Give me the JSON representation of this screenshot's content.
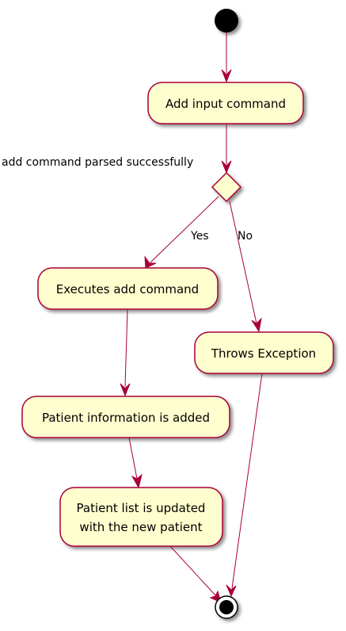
{
  "diagram": {
    "decision": {
      "label": "add command parsed successfully",
      "yes_label": "Yes",
      "no_label": "No"
    },
    "activities": {
      "add_input": "Add input command",
      "executes_add": "Executes add command",
      "throws_exception": "Throws Exception",
      "patient_added": "Patient information is added",
      "list_updated_line1": "Patient list is updated",
      "list_updated_line2": "with the new patient"
    },
    "colors": {
      "node_fill": "#FEFECE",
      "node_border": "#A80036",
      "edge": "#A80036",
      "start": "#000000",
      "shadow": "#888888"
    }
  }
}
